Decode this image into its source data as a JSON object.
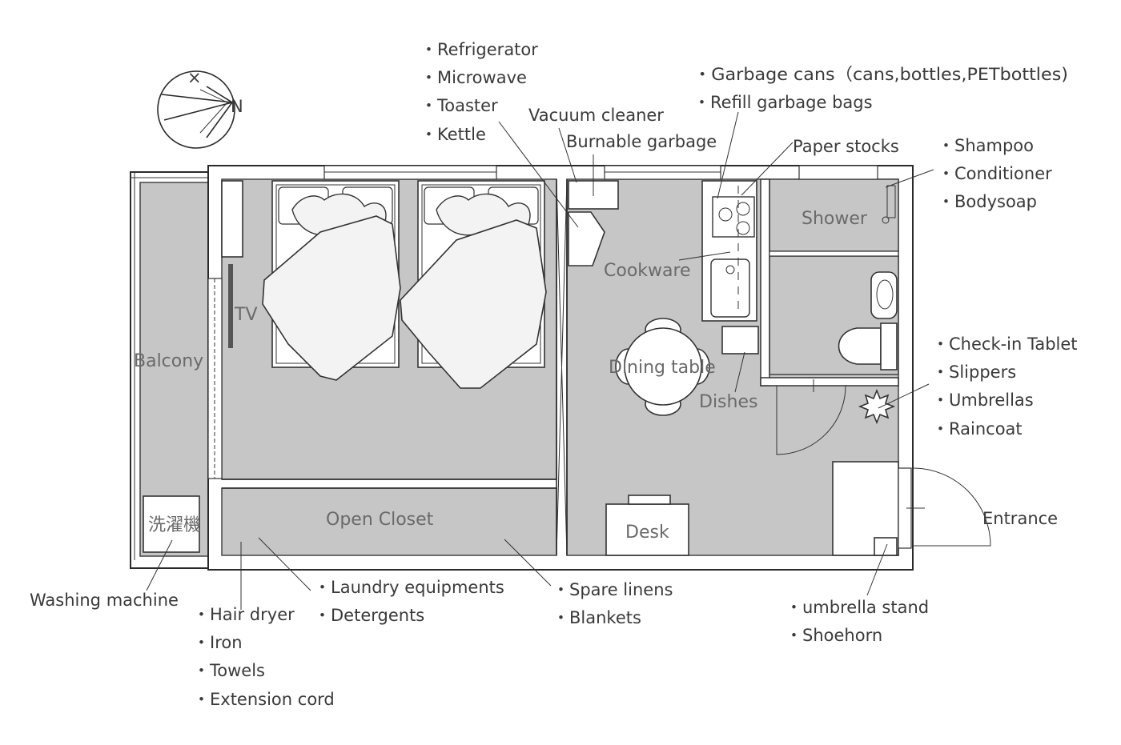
{
  "compass": {
    "label": "N"
  },
  "rooms": {
    "balcony": "Balcony",
    "tv": "TV",
    "shower": "Shower",
    "cookware": "Cookware",
    "dining_table": "Dining table",
    "dishes": "Dishes",
    "open_closet": "Open Closet",
    "desk": "Desk",
    "washer_jp": "洗濯機",
    "entrance": "Entrance"
  },
  "callouts": {
    "kitchen_appliances": [
      "Refrigerator",
      "Microwave",
      "Toaster",
      "Kettle"
    ],
    "vacuum": "Vacuum cleaner",
    "burnable": "Burnable garbage",
    "garbage": [
      "Garbage cans（cans,bottles,PETbottles)",
      "Refill garbage bags"
    ],
    "paper": "Paper stocks",
    "bath": [
      "Shampoo",
      "Conditioner",
      "Bodysoap"
    ],
    "entry_items": [
      "Check-in Tablet",
      "Slippers",
      "Umbrellas",
      "Raincoat"
    ],
    "washing_machine": "Washing machine",
    "closet_left": [
      "Hair dryer",
      "Iron",
      "Towels",
      "Extension cord"
    ],
    "laundry": [
      "Laundry equipments",
      "Detergents"
    ],
    "linens": [
      "Spare linens",
      "Blankets"
    ],
    "umbrella_stand": [
      "umbrella stand",
      "Shoehorn"
    ]
  },
  "bullet": "・"
}
